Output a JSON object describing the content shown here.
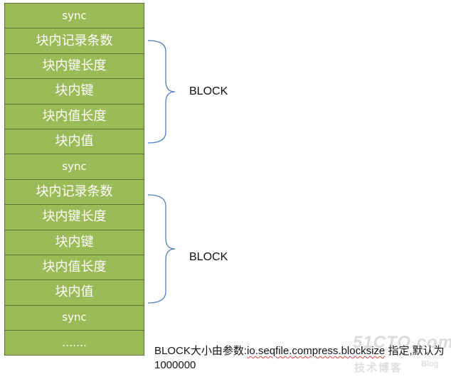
{
  "stack": {
    "cells": [
      "sync",
      "块内记录条数",
      "块内键长度",
      "块内键",
      "块内值长度",
      "块内值",
      "sync",
      "块内记录条数",
      "块内键长度",
      "块内键",
      "块内值长度",
      "块内值",
      "sync",
      "……."
    ]
  },
  "braces": [
    {
      "label": "BLOCK"
    },
    {
      "label": "BLOCK"
    }
  ],
  "note": {
    "prefix": "BLOCK大小由参数:",
    "param": "io.seqfile.compress.blocksize",
    "suffix": " 指定,默认为1000000"
  },
  "watermark": {
    "top": "51CTO.com",
    "bottom": "技术博客",
    "blog": "Blog"
  },
  "colors": {
    "cell_fill": "#9bbb59",
    "cell_border": "#5a6b36",
    "brace_stroke": "#4f81bd"
  }
}
